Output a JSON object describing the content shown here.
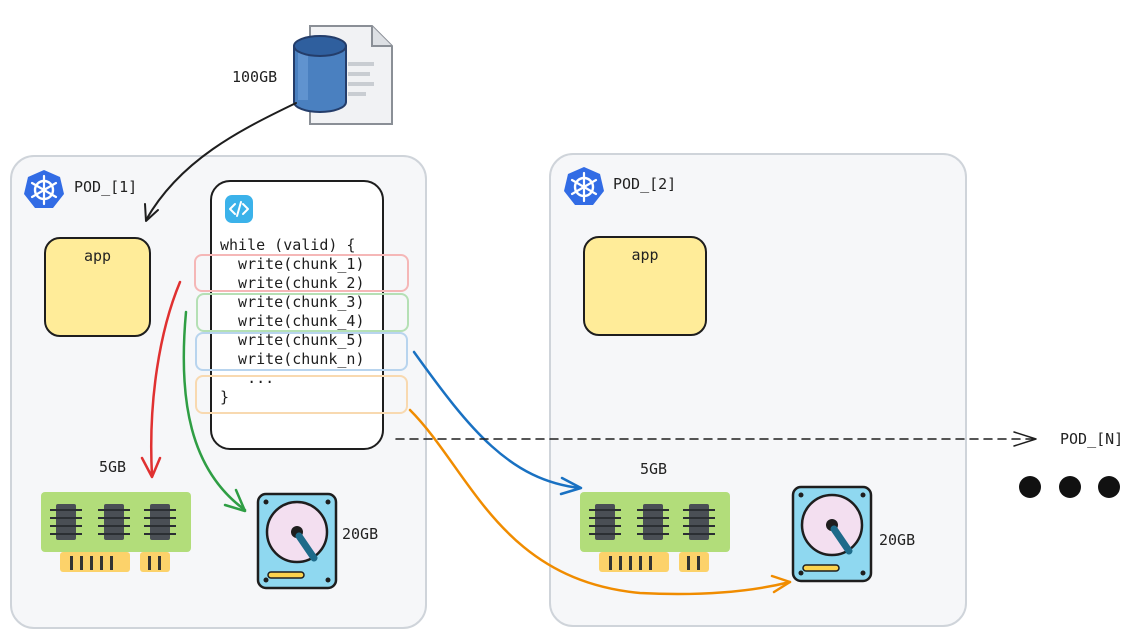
{
  "source": {
    "size_label": "100GB",
    "icon": "database-file-icon"
  },
  "pod1": {
    "label": "POD_[1]",
    "app_label": "app",
    "memory_label": "5GB",
    "disk_label": "20GB"
  },
  "pod2": {
    "label": "POD_[2]",
    "app_label": "app",
    "memory_label": "5GB",
    "disk_label": "20GB"
  },
  "podN": {
    "label": "POD_[N]"
  },
  "code": {
    "lines": [
      "while (valid) {",
      "  write(chunk_1)",
      "  write(chunk_2)",
      "  write(chunk_3)",
      "  write(chunk_4)",
      "  write(chunk_5)",
      "  write(chunk_n)",
      "   ...",
      "}"
    ]
  },
  "colors": {
    "red": "#e03131",
    "green": "#2f9e44",
    "blue": "#1971c2",
    "orange": "#f08c00",
    "kubernetes": "#326ce5",
    "ram_board": "#b2dd7a",
    "disk_body": "#8fd8f0"
  }
}
